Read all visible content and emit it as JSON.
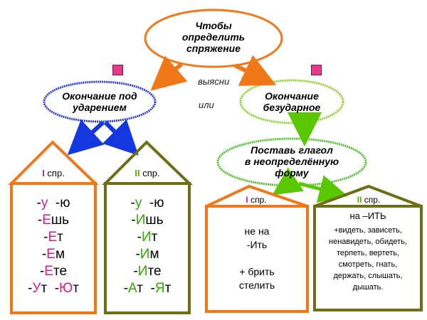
{
  "top": {
    "lines": [
      "Чтобы",
      "определить",
      "спряжение"
    ]
  },
  "connector_words": {
    "find_out": "выясни",
    "or": "или"
  },
  "stressed": {
    "lines": [
      "Окончание под",
      "ударением"
    ]
  },
  "unstressed": {
    "lines": [
      "Окончание",
      "безударное"
    ]
  },
  "infinitive": {
    "lines": [
      "Поставь глагол",
      "в неопределённую",
      "форму"
    ]
  },
  "house_stressed_1": {
    "numeral": "I",
    "suffix": " спр.",
    "endings": [
      {
        "pre": "-",
        "acc": "у",
        "post": "  -ю"
      },
      {
        "pre": "-",
        "acc": "Е",
        "post": "шь"
      },
      {
        "pre": "-",
        "acc": "Е",
        "post": "т"
      },
      {
        "pre": "-",
        "acc": "Е",
        "post": "м"
      },
      {
        "pre": "-",
        "acc": "Е",
        "post": "те"
      },
      {
        "pre": "-",
        "acc": "У",
        "post": "т  -",
        "acc2": "Ю",
        "post2": "т"
      }
    ]
  },
  "house_stressed_2": {
    "numeral": "II",
    "suffix": "  спр.",
    "endings": [
      {
        "pre": "-",
        "acc": "у",
        "post": "  -ю"
      },
      {
        "pre": "-",
        "acc": "И",
        "post": "шь"
      },
      {
        "pre": "-",
        "acc": "И",
        "post": "т"
      },
      {
        "pre": "-",
        "acc": "И",
        "post": "м"
      },
      {
        "pre": "-",
        "acc": "И",
        "post": "те"
      },
      {
        "pre": "-",
        "acc": "А",
        "post": "т  -",
        "acc2": "Я",
        "post2": "т"
      }
    ]
  },
  "house_unstressed_1": {
    "numeral": "I",
    "suffix": " спр.",
    "lines": [
      "не на",
      "-Ить",
      "",
      "+ брить",
      "стелить"
    ]
  },
  "house_unstressed_2": {
    "numeral": "II",
    "suffix": " спр.",
    "lines": [
      "на –ИТЬ",
      "+видеть, зависеть,",
      "ненавидеть, обидеть,",
      "терпеть, вертеть,",
      "смотреть, гнать,",
      "держать, слышать,",
      "дышать."
    ]
  },
  "colors": {
    "orange": "#f07818",
    "olive": "#6e6e14",
    "blue": "#1438e0",
    "green": "#7cc820",
    "pink": "#e01890"
  }
}
